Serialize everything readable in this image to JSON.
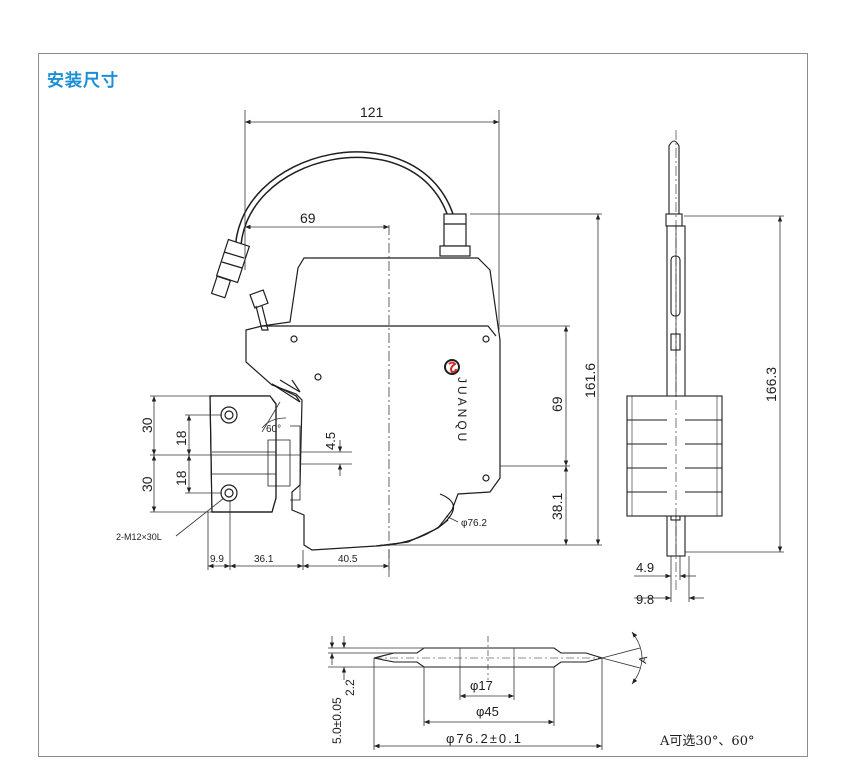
{
  "section_title": "安装尺寸",
  "brand": {
    "logo": "s-circle-logo",
    "name": "JUANQU"
  },
  "front_view": {
    "dim_width": "121",
    "dim_center": "69",
    "dim_height_total": "161.6",
    "dim_upper": "69",
    "dim_lower": "38.1",
    "dim_wheel": "φ76.2",
    "dim_offset": "4.5",
    "dim_angle": "60°",
    "dim_hole_left_1": "30",
    "dim_hole_left_2": "30",
    "dim_hole_inner_1": "18",
    "dim_hole_inner_2": "18",
    "dim_bottom_1": "9.9",
    "dim_bottom_2": "36.1",
    "dim_bottom_3": "40.5",
    "bolt_label": "2-M12×30L"
  },
  "side_view": {
    "dim_height": "166.3",
    "dim_thick_1": "4.9",
    "dim_thick_2": "9.8"
  },
  "wheel_view": {
    "dim_edge": "2.2",
    "dim_width": "5.0±0.05",
    "dim_hub": "φ17",
    "dim_mid": "φ45",
    "dim_outer": "φ76.2±0.1",
    "angle_letter": "A",
    "angle_note": "A可选30°、60°"
  }
}
